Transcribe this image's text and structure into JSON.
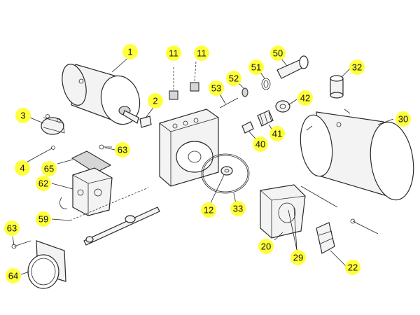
{
  "callouts": [
    {
      "id": "c1",
      "label": "1"
    },
    {
      "id": "c2",
      "label": "2"
    },
    {
      "id": "c3",
      "label": "3"
    },
    {
      "id": "c4",
      "label": "4"
    },
    {
      "id": "c11a",
      "label": "11"
    },
    {
      "id": "c11b",
      "label": "11"
    },
    {
      "id": "c12",
      "label": "12"
    },
    {
      "id": "c20",
      "label": "20"
    },
    {
      "id": "c22",
      "label": "22"
    },
    {
      "id": "c29",
      "label": "29"
    },
    {
      "id": "c30",
      "label": "30"
    },
    {
      "id": "c32",
      "label": "32"
    },
    {
      "id": "c33",
      "label": "33"
    },
    {
      "id": "c40",
      "label": "40"
    },
    {
      "id": "c41",
      "label": "41"
    },
    {
      "id": "c42",
      "label": "42"
    },
    {
      "id": "c50",
      "label": "50"
    },
    {
      "id": "c51",
      "label": "51"
    },
    {
      "id": "c52",
      "label": "52"
    },
    {
      "id": "c53",
      "label": "53"
    },
    {
      "id": "c59",
      "label": "59"
    },
    {
      "id": "c62",
      "label": "62"
    },
    {
      "id": "c63a",
      "label": "63"
    },
    {
      "id": "c63b",
      "label": "63"
    },
    {
      "id": "c64",
      "label": "64"
    },
    {
      "id": "c65",
      "label": "65"
    }
  ]
}
